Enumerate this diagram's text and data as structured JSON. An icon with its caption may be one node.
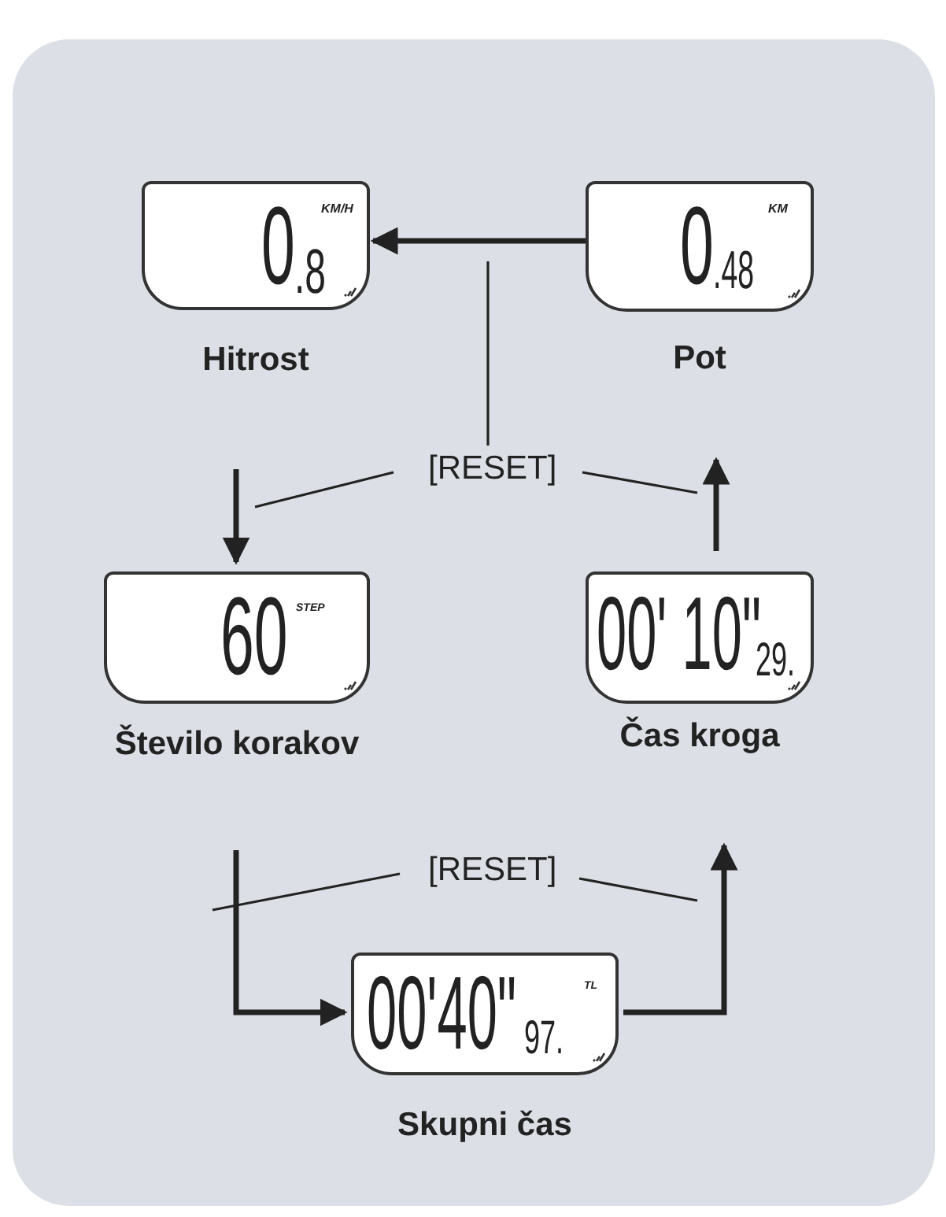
{
  "diagram": {
    "nodes": [
      {
        "text": [
          "0",
          ".8",
          "KM/H",
          "Hitrost"
        ]
      },
      {
        "text": [
          "0",
          ".48",
          "KM",
          "Pot"
        ]
      },
      {
        "text": [
          "[RESET]"
        ]
      },
      {
        "text": [
          "60",
          "STEP",
          "Število korakov"
        ]
      },
      {
        "text": [
          "00' 10\"",
          "29.",
          "Čas kroga"
        ]
      },
      {
        "text": [
          "[RESET]"
        ]
      },
      {
        "text": [
          "00'40\"",
          "97.",
          "TL",
          "Skupni čas"
        ]
      }
    ],
    "edges": [
      {
        "from": 1,
        "to": 0,
        "arrow": "to",
        "style": "thick"
      },
      {
        "from": null,
        "to": 3,
        "arrow": "to",
        "style": "thick"
      },
      {
        "from": 4,
        "to": 1,
        "arrow": "to",
        "style": "thick"
      },
      {
        "from": null,
        "to": 6,
        "arrow": "to",
        "style": "thick"
      },
      {
        "from": 6,
        "to": 4,
        "arrow": "to",
        "style": "thick"
      },
      {
        "from": 2,
        "to": null,
        "arrow": "none"
      },
      {
        "from": 2,
        "to": null,
        "arrow": "none"
      },
      {
        "from": 2,
        "to": null,
        "arrow": "none"
      },
      {
        "from": 5,
        "to": null,
        "arrow": "none"
      },
      {
        "from": 5,
        "to": null,
        "arrow": "none"
      }
    ]
  }
}
